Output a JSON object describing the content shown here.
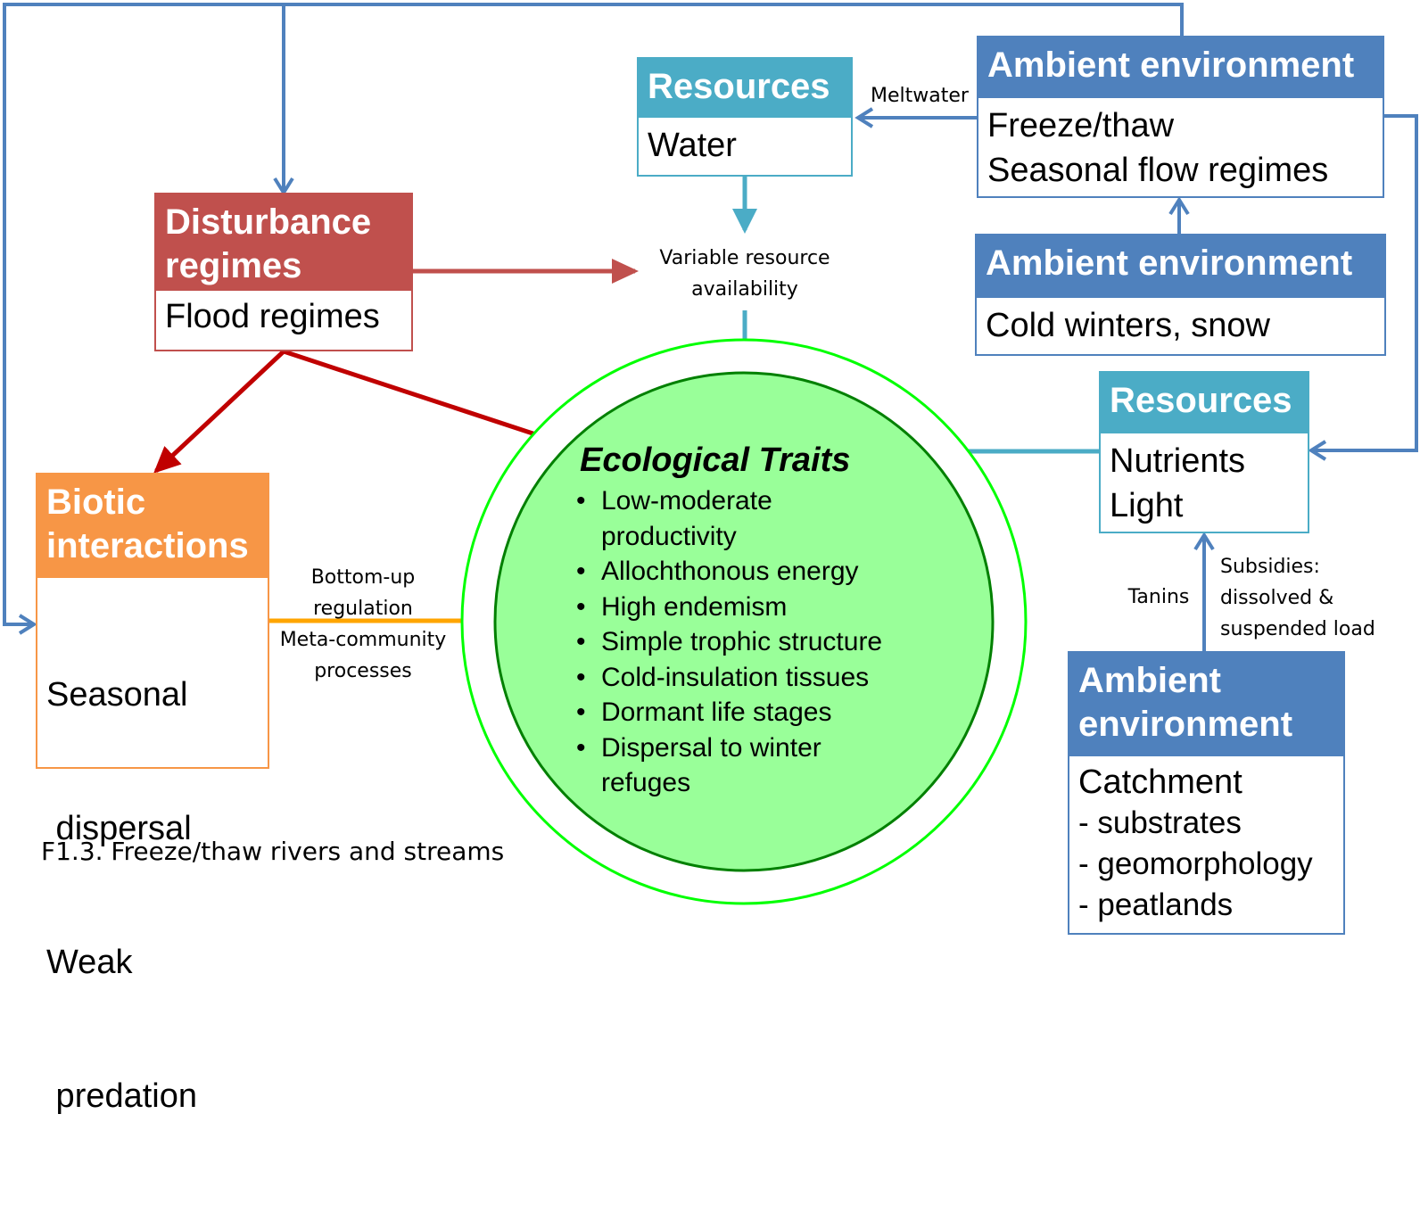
{
  "caption": "F1.3. Freeze/thaw rivers and streams",
  "colors": {
    "ambient_blue": "#4F81BD",
    "resource_teal": "#4BACC6",
    "disturbance_red": "#C0504D",
    "biotic_orange": "#F79646",
    "arrow_red": "#C00000",
    "traits_fill": "#99FF99",
    "traits_ring": "#00FF00",
    "traits_border": "#008000"
  },
  "resources_water": {
    "header": "Resources",
    "lines": [
      "Water"
    ]
  },
  "ambient_freeze": {
    "header": "Ambient environment",
    "lines": [
      "Freeze/thaw",
      "Seasonal flow regimes"
    ]
  },
  "ambient_cold": {
    "header": "Ambient environment",
    "lines": [
      "Cold winters, snow"
    ]
  },
  "disturbance": {
    "header_lines": [
      "Disturbance",
      "regimes"
    ],
    "lines": [
      "Flood regimes"
    ]
  },
  "resources_nutrients": {
    "header": "Resources",
    "lines": [
      "Nutrients",
      "Light"
    ]
  },
  "biotic": {
    "header_lines": [
      "Biotic",
      "interactions"
    ],
    "lines": [
      "Seasonal",
      " dispersal",
      "Weak",
      " predation"
    ]
  },
  "ambient_catchment": {
    "header_lines": [
      "Ambient",
      "environment"
    ],
    "lines": [
      "Catchment",
      "- substrates",
      "- geomorphology",
      "- peatlands"
    ]
  },
  "labels": {
    "meltwater": "Meltwater",
    "variable_resource": [
      "Variable resource",
      "availability"
    ],
    "bottom_up": [
      "Bottom-up",
      "regulation",
      "Meta-community",
      "processes"
    ],
    "tanins": "Tanins",
    "subsidies": [
      "Subsidies:",
      "dissolved &",
      "suspended load"
    ]
  },
  "traits": {
    "title": "Ecological Traits",
    "items": [
      "Low-moderate productivity",
      "Allochthonous energy",
      "High endemism",
      "Simple trophic structure",
      "Cold-insulation tissues",
      "Dormant life stages",
      "Dispersal to winter refuges"
    ]
  }
}
